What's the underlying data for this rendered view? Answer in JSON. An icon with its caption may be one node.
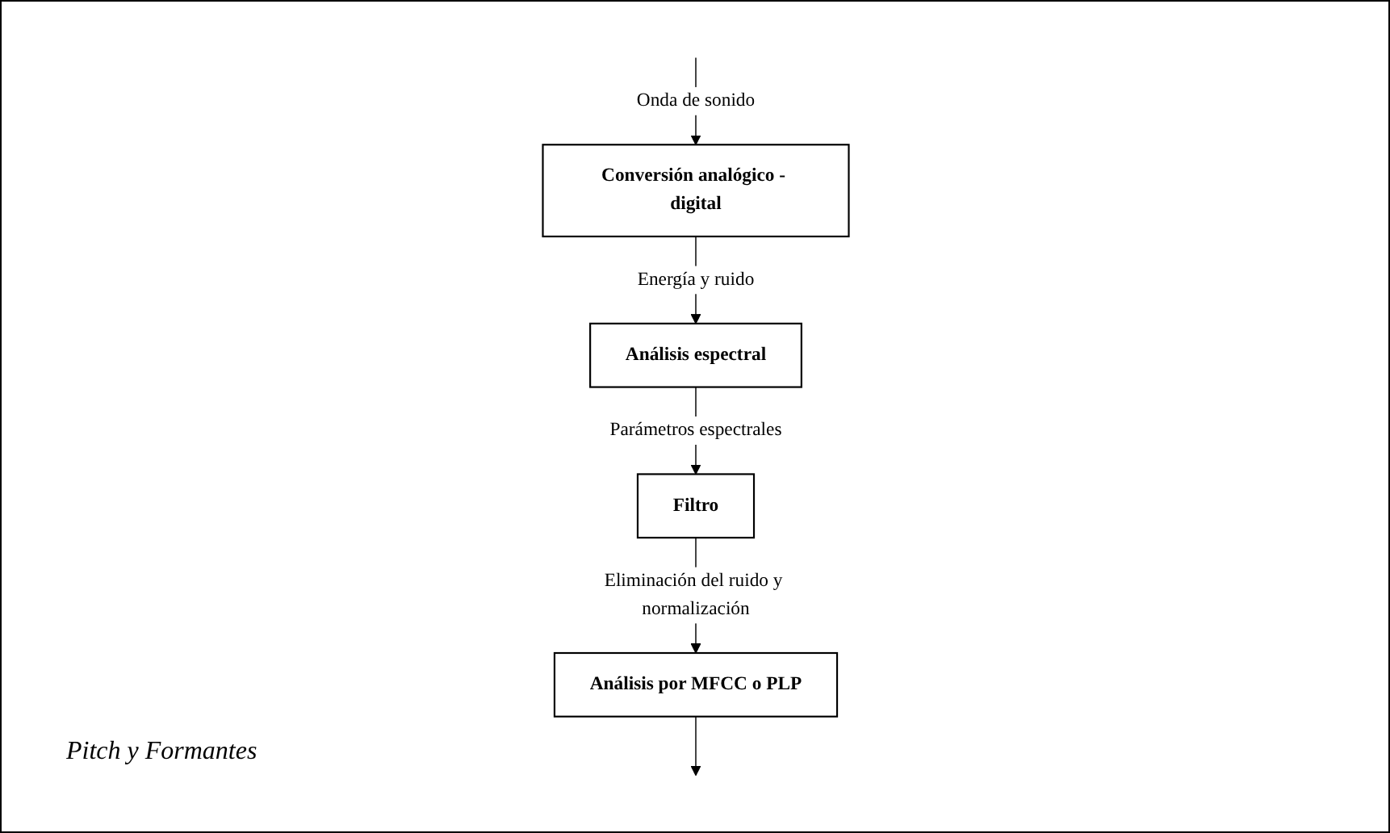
{
  "diagram": {
    "nodes": [
      {
        "text": [
          "Conversión analógico - digital"
        ]
      },
      {
        "text": [
          "Análisis espectral"
        ]
      },
      {
        "text": [
          "Filtro"
        ]
      },
      {
        "text": [
          "Análisis por MFCC o PLP"
        ]
      }
    ],
    "edges": [
      {
        "from": null,
        "to": 0,
        "arrow": "to",
        "label": "Onda de sonido"
      },
      {
        "from": 0,
        "to": 1,
        "arrow": "to",
        "label": "Energía y ruido"
      },
      {
        "from": 1,
        "to": 2,
        "arrow": "to",
        "label": "Parámetros espectrales"
      },
      {
        "from": 2,
        "to": 3,
        "arrow": "to",
        "label": "Eliminación del ruido y normalización"
      },
      {
        "from": 3,
        "to": null,
        "arrow": "to"
      }
    ],
    "labels": [
      "Pitch y Formantes"
    ]
  }
}
